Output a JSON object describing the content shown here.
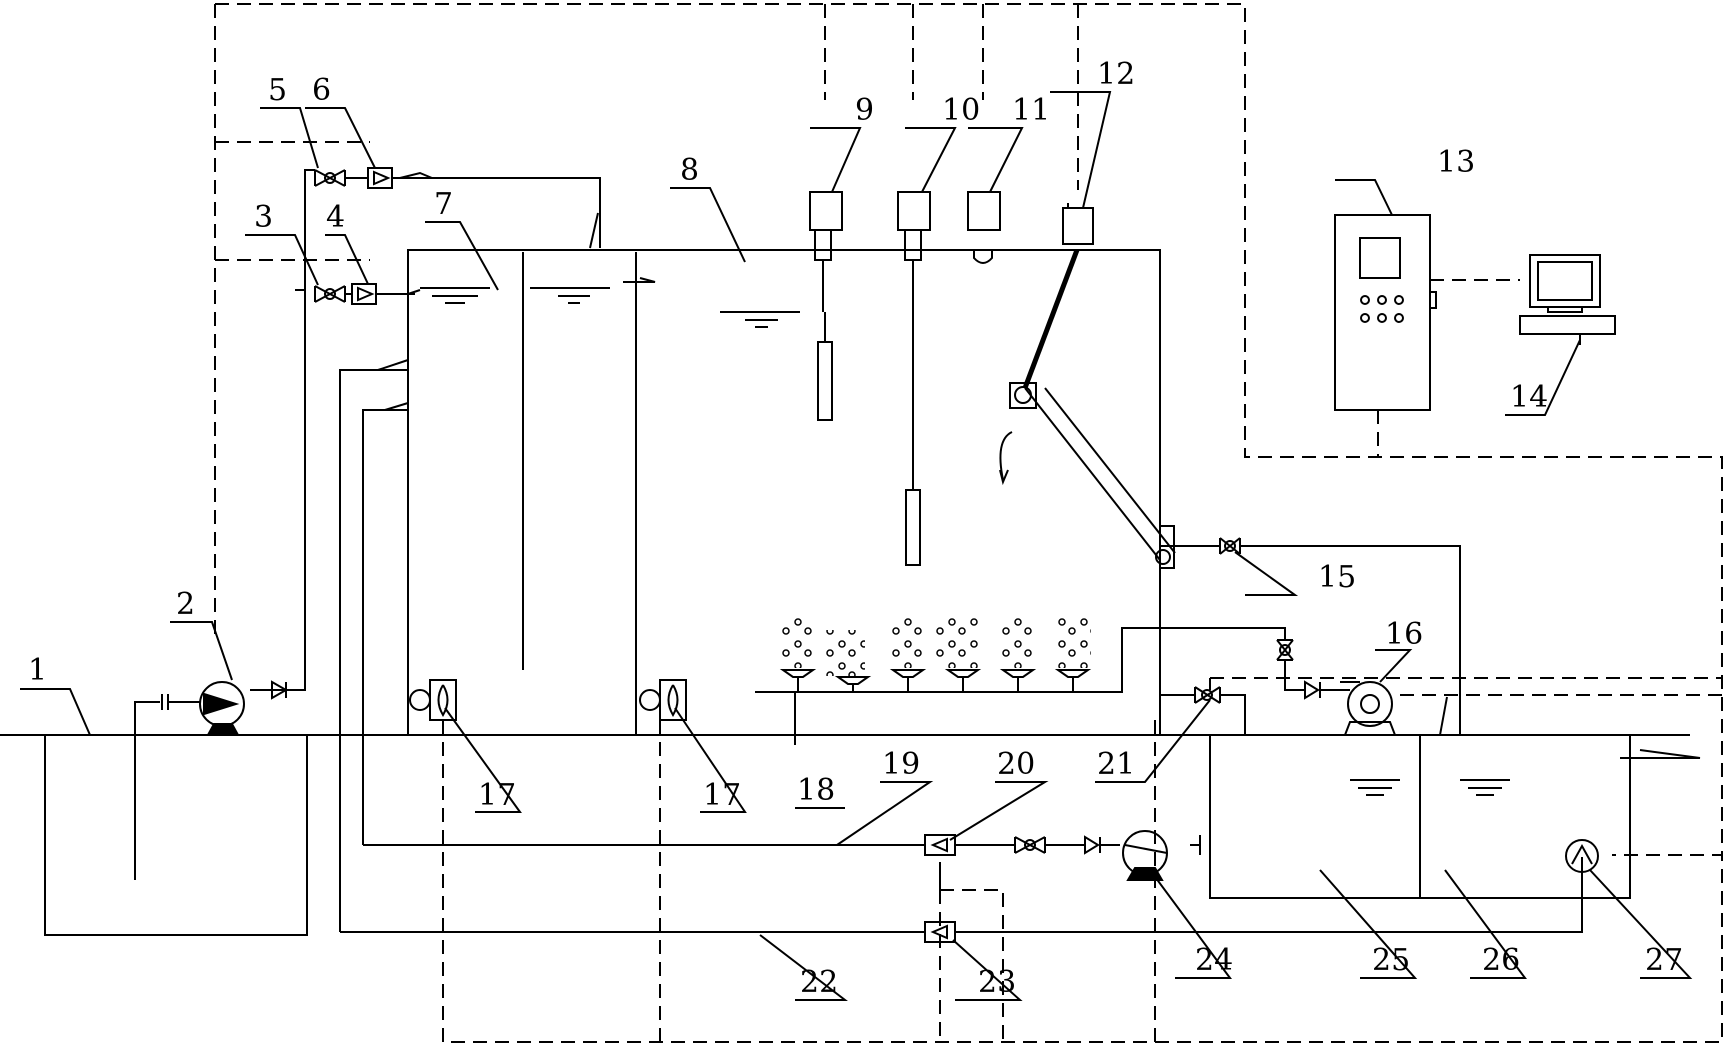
{
  "diagram": {
    "colors": {
      "line": "#000000",
      "background": "#ffffff"
    },
    "labels": {
      "n1": "1",
      "n2": "2",
      "n3": "3",
      "n4": "4",
      "n5": "5",
      "n6": "6",
      "n7": "7",
      "n8": "8",
      "n9": "9",
      "n10": "10",
      "n11": "11",
      "n12": "12",
      "n13": "13",
      "n14": "14",
      "n15": "15",
      "n16": "16",
      "n17a": "17",
      "n17b": "17",
      "n18": "18",
      "n19": "19",
      "n20": "20",
      "n21": "21",
      "n22": "22",
      "n23": "23",
      "n24": "24",
      "n25": "25",
      "n26": "26",
      "n27": "27"
    }
  }
}
